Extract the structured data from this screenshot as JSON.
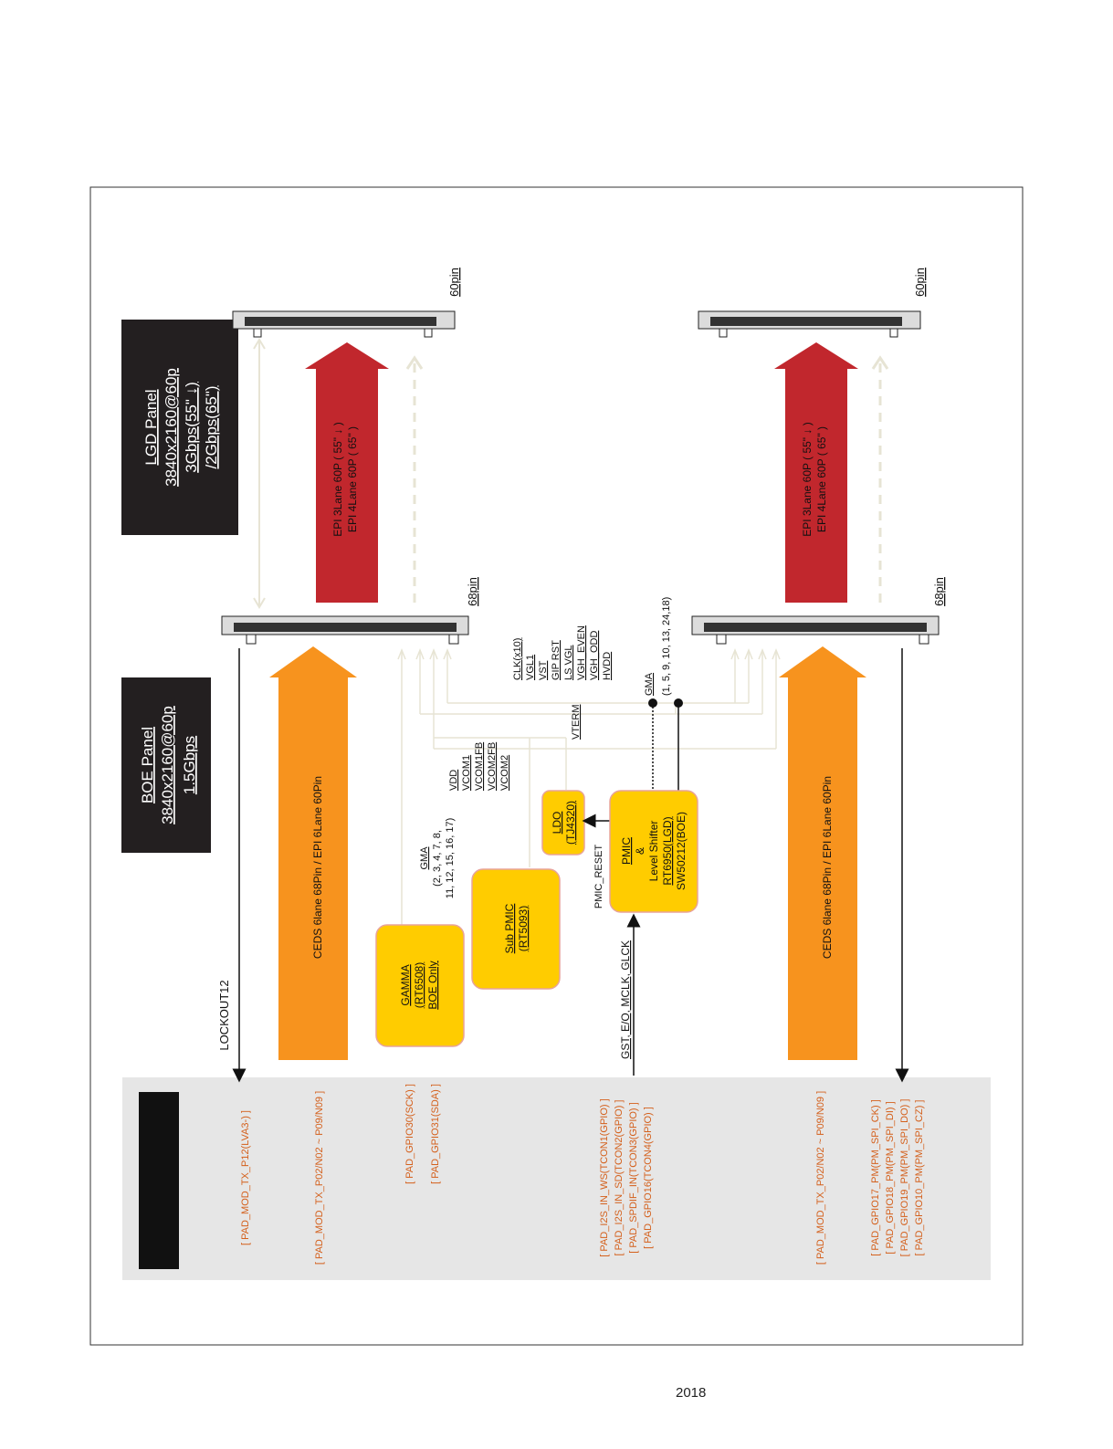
{
  "colors": {
    "dark_box": "#231f20",
    "red_arrow": "#c1272d",
    "orange_arrow": "#f7931e",
    "yellow_box": "#ffcc00",
    "yellow_border": "#e8a39a",
    "gray_panel": "#e6e6e6",
    "signal_line": "#e7e4d4",
    "orange_text": "#d4601c"
  },
  "lgd_panel": {
    "line1": "LGD Panel",
    "line2": "3840x2160@60p",
    "line3": "3Gbps(55\" ↓)",
    "line4": "/2Gbps(65\")"
  },
  "boe_panel": {
    "line1": "BOE Panel",
    "line2": "3840x2160@60p",
    "line3": "1.5Gbps"
  },
  "connectors": {
    "top_upper": "60pin",
    "top_lower": "60pin",
    "mid_upper": "68pin",
    "mid_lower": "68pin"
  },
  "epi": {
    "line1": "EPI 3Lane  60P ( 55\" ↓ )",
    "line2": "EPI 4Lane 60P ( 65\" )"
  },
  "cedds": "CEDS 6lane 68Pin / EPI 6Lane  60Pin",
  "cedds_right": "CEDS 6lane 68Pin / EPI 6Lane  60Pin",
  "lockout": "LOCKOUT12",
  "signals": [
    "CLK(x10)",
    "VGL1",
    "VST",
    "GIP RST",
    "LS VGL",
    "VGH_EVEN",
    "VGH_ODD",
    "HVDD"
  ],
  "gma_upper": {
    "line1": "GMA",
    "line2": "(1, 5, 9, 10, 13, 24,18)"
  },
  "vterm": "VTERM",
  "vcom": [
    "VDD",
    "VCOM1",
    "VCOM1FB",
    "VCOM2FB",
    "VCOM2"
  ],
  "gma_lower": {
    "line1": "GMA",
    "line2": "(2, 3, 4, 7, 8,",
    "line3": "11, 12, 15, 16, 17)"
  },
  "ldo": {
    "line1": "LDO",
    "line2": "(TJ4320)"
  },
  "pmic": {
    "line1": "PMIC",
    "line2": "&",
    "line3": "Level Shifter",
    "line4": "RT6950(LGD)",
    "line5": "SW50212(BOE)"
  },
  "pmic_reset": "PMIC_RESET",
  "sub_pmic": {
    "line1": "Sub PMIC",
    "line2": "(RT5093)"
  },
  "gamma": {
    "line1": "GAMMA",
    "line2": "(RT6508)",
    "line3": "BOE Only"
  },
  "gst": "GST, E/O, MCLK, GLCK",
  "pad_labels": {
    "lock": "[ PAD_MOD_TX_P12(LVA3-) ]",
    "mod1": "[ PAD_MOD_TX_P02/N02 ~ P09/N09 ]",
    "gpio_a": "[ PAD_GPIO30(SCK) ]",
    "gpio_b": "[ PAD_GPIO31(SDA) ]",
    "tcon1": "[ PAD_I2S_IN_WS(TCON1(GPIO) ]",
    "tcon2": "[ PAD_I2S_IN_SD(TCON2(GPIO) ]",
    "tcon3": "[ PAD_SPDIF_IN(TCON3(GPIO) ]",
    "tcon4": "[ PAD_GPIO16(TCON4(GPIO) ]",
    "mod2": "[ PAD_MOD_TX_P02/N02 ~ P09/N09 ]",
    "spi1": "[ PAD_GPIO17_PM(PM_SPI_CK) ]",
    "spi2": "[ PAD_GPIO18_PM(PM_SPI_DI) ]",
    "spi3": "[ PAD_GPIO19_PM(PM_SPI_DO) ]",
    "spi4": "[ PAD_GPIO10_PM(PM_SPI_CZ) ]"
  },
  "footer": "2018"
}
